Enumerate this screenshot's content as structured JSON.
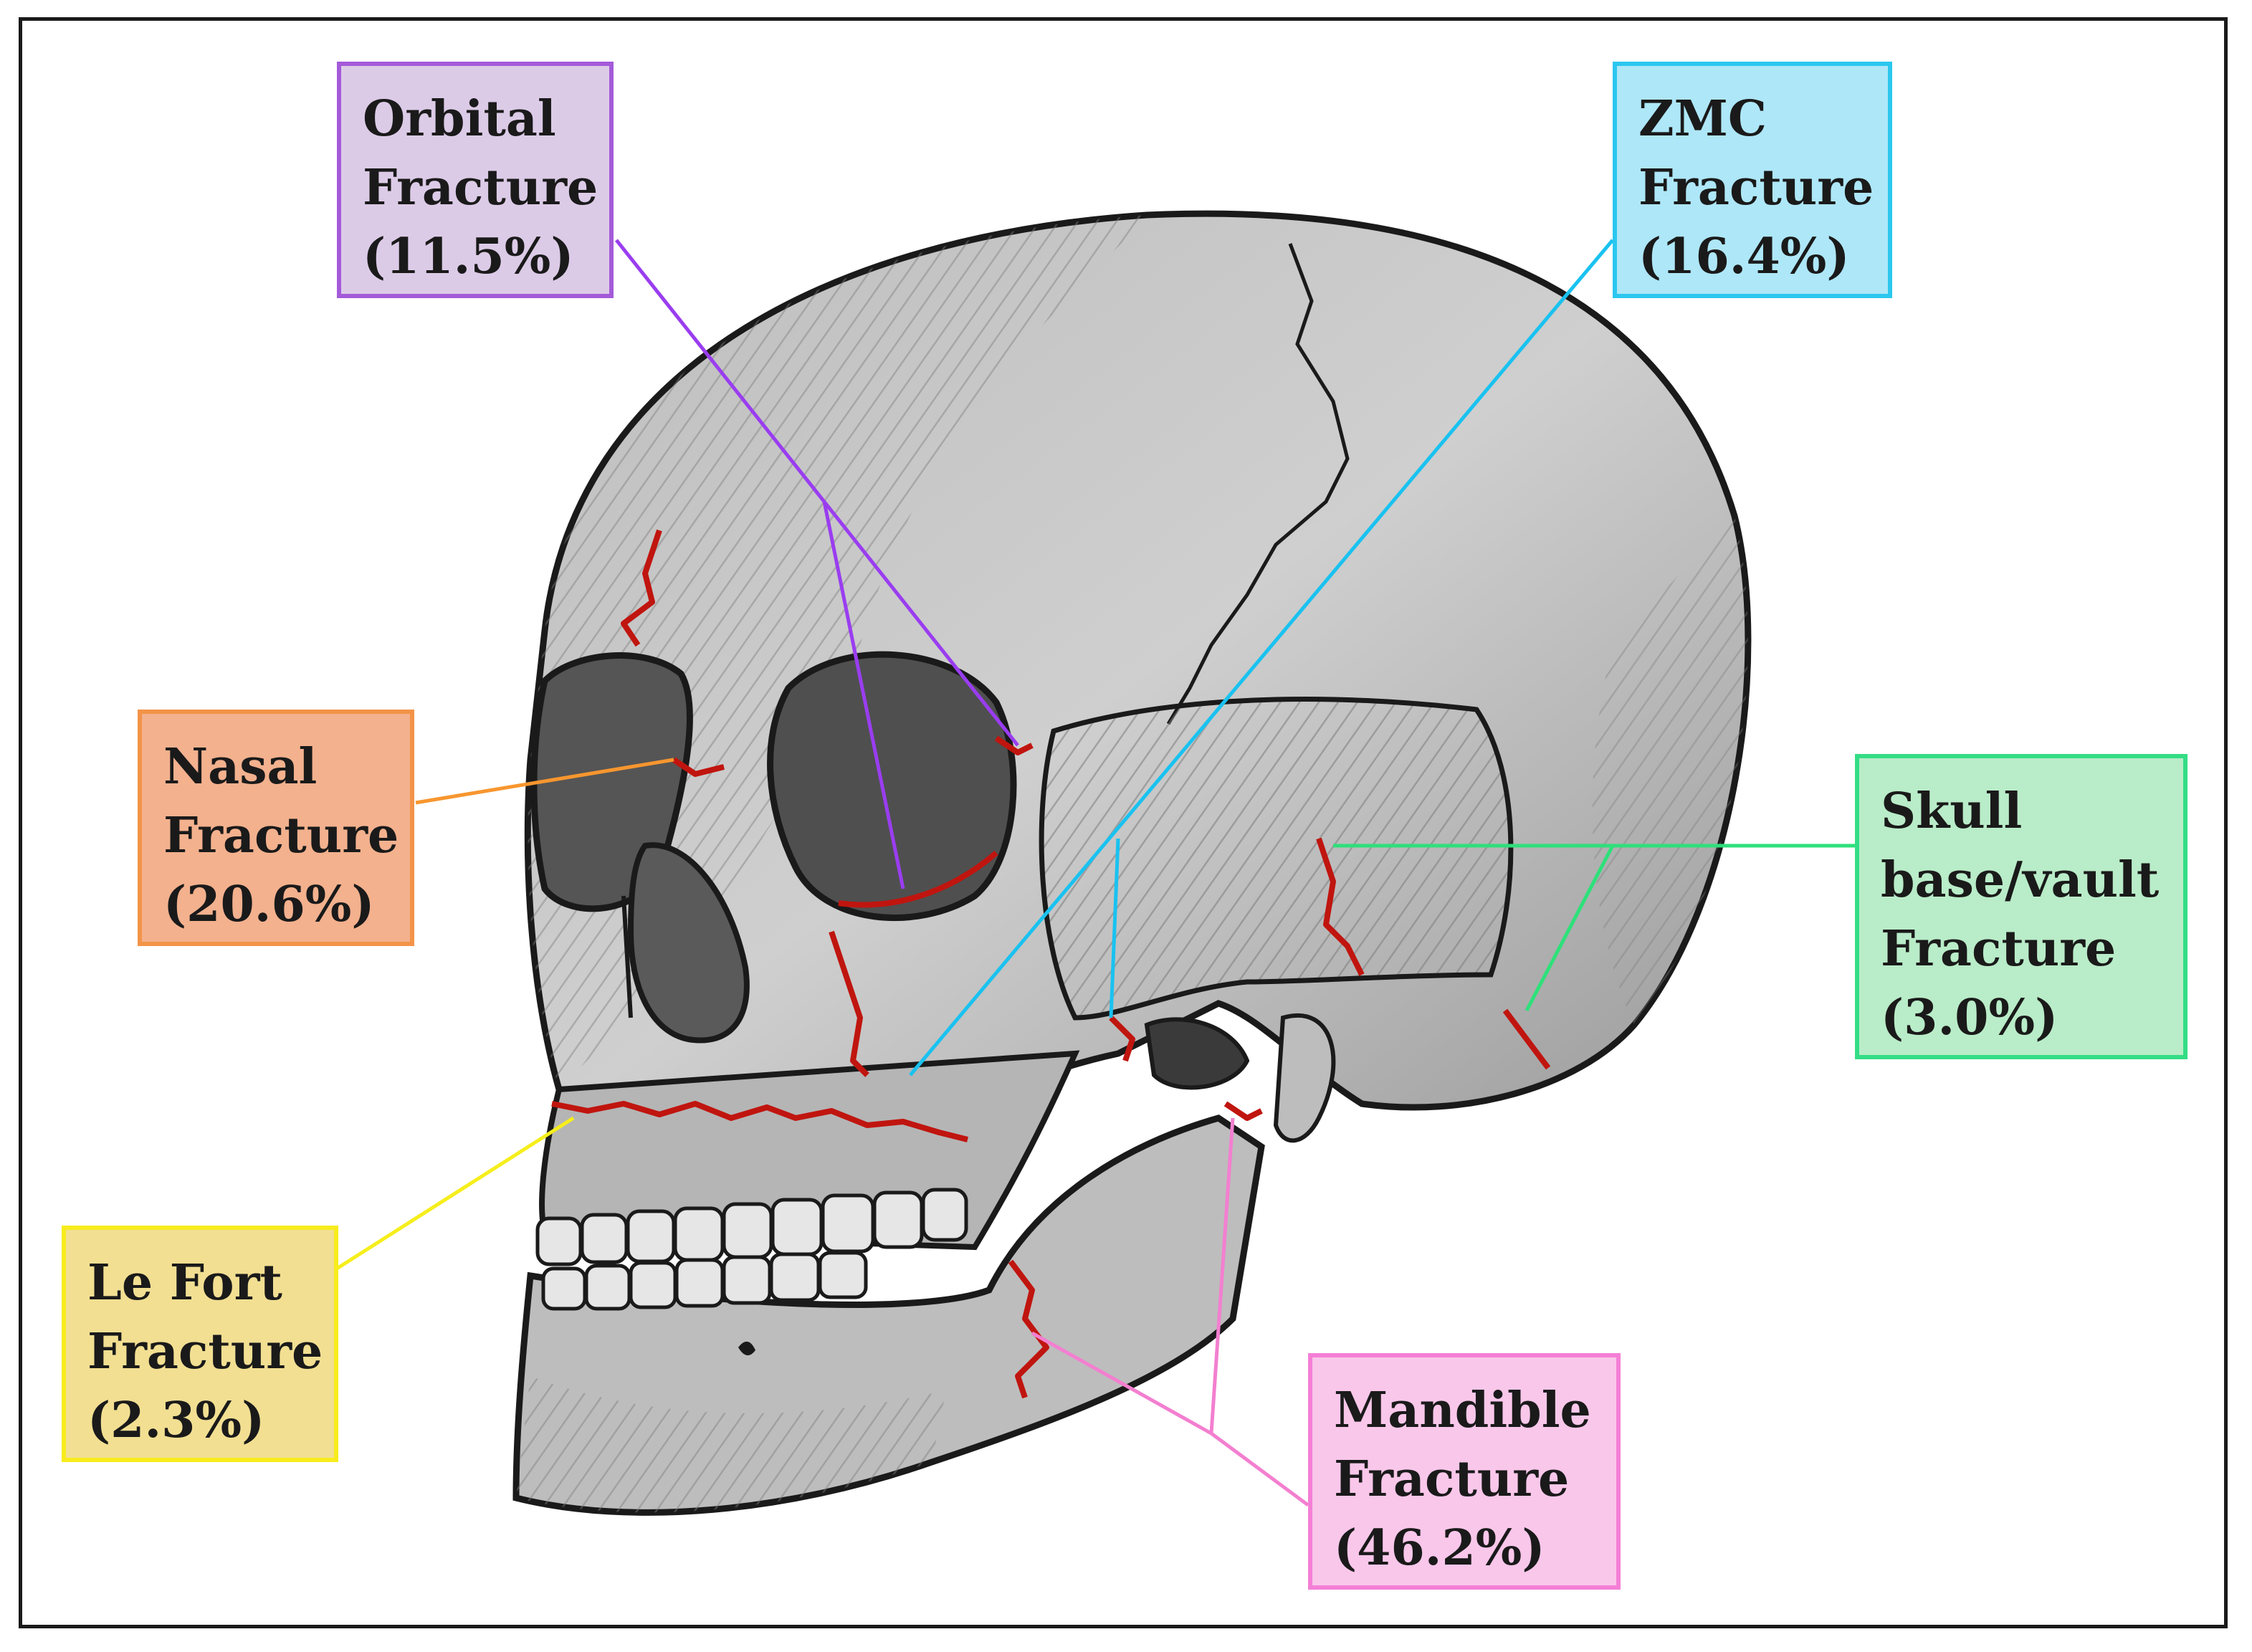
{
  "colors": {
    "orbital": {
      "fill": "#dccbe7",
      "border": "#a45ad9",
      "line": "#9a3df0"
    },
    "zmc": {
      "fill": "#aee7f8",
      "border": "#2bc7ef",
      "line": "#19c2f0"
    },
    "nasal": {
      "fill": "#f3b18e",
      "border": "#f39348",
      "line": "#f7962f"
    },
    "skull": {
      "fill": "#b9ecc8",
      "border": "#33dd85",
      "line": "#2ee07a"
    },
    "lefort": {
      "fill": "#f2df92",
      "border": "#f8ec1c",
      "line": "#f6ee1b"
    },
    "mandible": {
      "fill": "#f9c7ea",
      "border": "#f47fd6",
      "line": "#f37fd0"
    },
    "fracture_marks": "#c0150f"
  },
  "callouts": {
    "orbital": {
      "line1": "Orbital",
      "line2": "Fracture",
      "line3": "(11.5%)"
    },
    "zmc": {
      "line1": "ZMC",
      "line2": "Fracture",
      "line3": "(16.4%)"
    },
    "nasal": {
      "line1": "Nasal",
      "line2": "Fracture",
      "line3": "(20.6%)"
    },
    "skull": {
      "line1": "Skull",
      "line2": "base/vault",
      "line3": "Fracture",
      "line4": "(3.0%)"
    },
    "lefort": {
      "line1": "Le Fort",
      "line2": "Fracture",
      "line3": "(2.3%)"
    },
    "mandible": {
      "line1": "Mandible",
      "line2": "Fracture",
      "line3": "(46.2%)"
    }
  }
}
